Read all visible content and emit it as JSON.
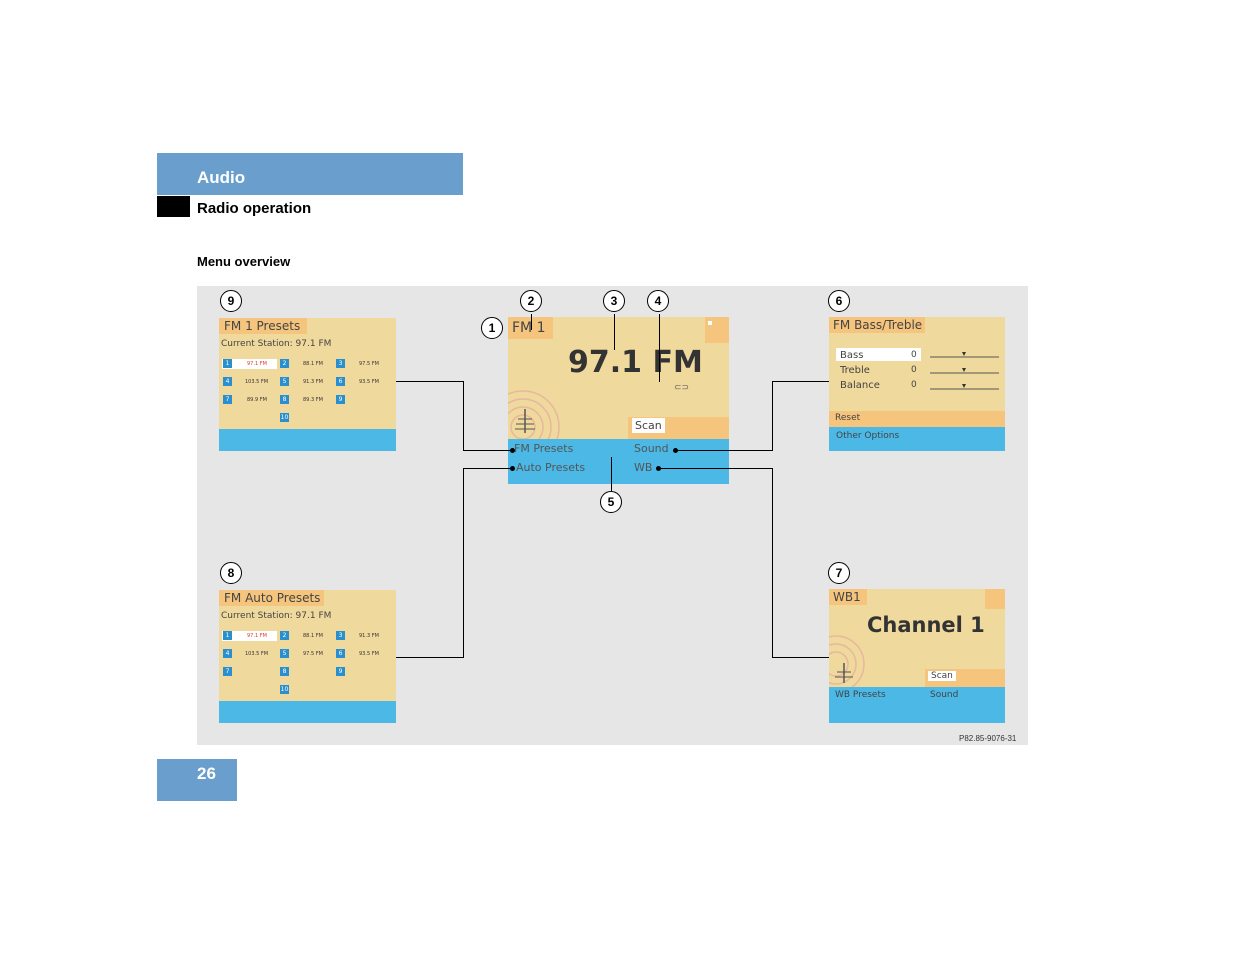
{
  "header": {
    "section": "Audio",
    "subsection": "Radio operation",
    "page_heading": "Menu overview"
  },
  "page_number": "26",
  "figure_code": "P82.85-9076-31",
  "callouts": [
    "1",
    "2",
    "3",
    "4",
    "5",
    "6",
    "7",
    "8",
    "9"
  ],
  "main_screen": {
    "band": "FM 1",
    "frequency": "97.1 FM",
    "scan_label": "Scan",
    "menu": {
      "fm_presets": "FM Presets",
      "sound": "Sound",
      "auto_presets": "Auto Presets",
      "wb": "WB"
    }
  },
  "fm1_presets": {
    "title": "FM 1 Presets",
    "current_station": "Current Station:  97.1 FM",
    "presets": [
      {
        "num": "1",
        "label": "97.1 FM"
      },
      {
        "num": "2",
        "label": "88.1 FM"
      },
      {
        "num": "3",
        "label": "97.5 FM"
      },
      {
        "num": "4",
        "label": "103.5 FM"
      },
      {
        "num": "5",
        "label": "91.3 FM"
      },
      {
        "num": "6",
        "label": "93.5 FM"
      },
      {
        "num": "7",
        "label": "89.9 FM"
      },
      {
        "num": "8",
        "label": "89.3 FM"
      },
      {
        "num": "9",
        "label": ""
      },
      {
        "num": "10",
        "label": ""
      }
    ]
  },
  "fm_auto_presets": {
    "title": "FM Auto Presets",
    "current_station": "Current Station:  97.1 FM",
    "presets": [
      {
        "num": "1",
        "label": "97.1 FM"
      },
      {
        "num": "2",
        "label": "88.1 FM"
      },
      {
        "num": "3",
        "label": "91.3 FM"
      },
      {
        "num": "4",
        "label": "103.5 FM"
      },
      {
        "num": "5",
        "label": "97.5 FM"
      },
      {
        "num": "6",
        "label": "93.5 FM"
      },
      {
        "num": "7",
        "label": ""
      },
      {
        "num": "8",
        "label": ""
      },
      {
        "num": "9",
        "label": ""
      },
      {
        "num": "10",
        "label": ""
      }
    ]
  },
  "bass_treble": {
    "title": "FM Bass/Treble",
    "rows": [
      {
        "label": "Bass",
        "value": "0"
      },
      {
        "label": "Treble",
        "value": "0"
      },
      {
        "label": "Balance",
        "value": "0"
      }
    ],
    "reset": "Reset",
    "other_options": "Other Options"
  },
  "wb_screen": {
    "band": "WB1",
    "channel": "Channel 1",
    "scan_label": "Scan",
    "menu": {
      "wb_presets": "WB Presets",
      "sound": "Sound"
    }
  }
}
